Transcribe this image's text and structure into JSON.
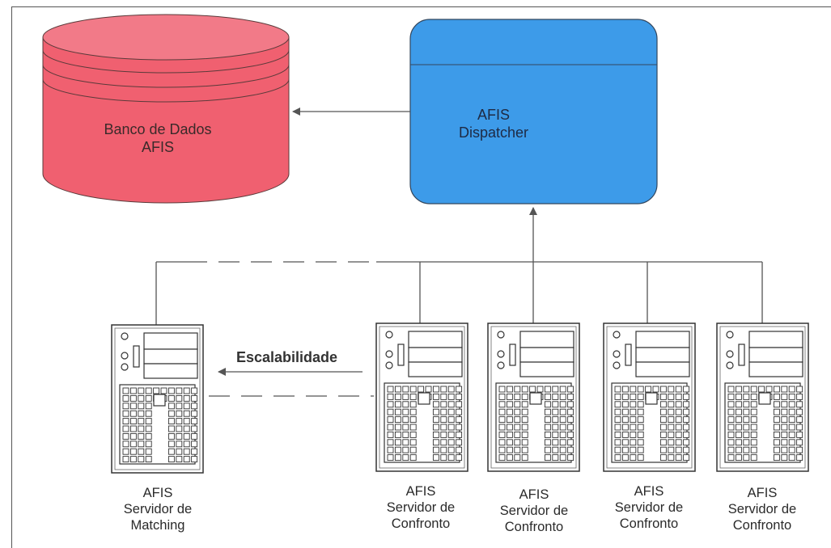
{
  "database": {
    "label": "Banco de Dados\nAFIS",
    "color": "#f06070"
  },
  "dispatcher": {
    "label": "AFIS\nDispatcher",
    "color": "#3d9be9"
  },
  "scalability": {
    "label": "Escalabilidade"
  },
  "servers": [
    {
      "label": "AFIS\nServidor de\nMatching"
    },
    {
      "label": "AFIS\nServidor de\nConfronto"
    },
    {
      "label": "AFIS\nServidor de\nConfronto"
    },
    {
      "label": "AFIS\nServidor de\nConfronto"
    },
    {
      "label": "AFIS\nServidor de\nConfronto"
    }
  ]
}
